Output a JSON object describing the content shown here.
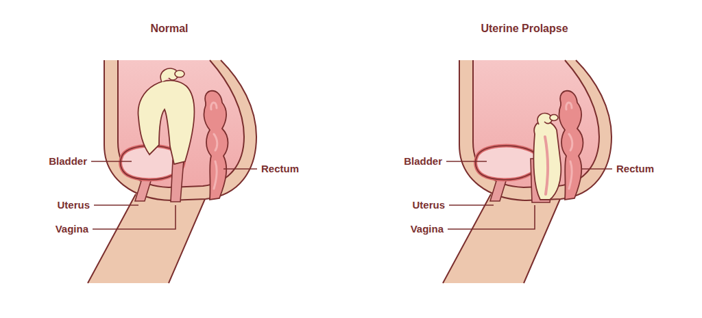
{
  "diagram": {
    "labels": [
      "Normal",
      "Bladder",
      "Uterus",
      "Vagina",
      "Rectum",
      "Uterine Prolapse",
      "Bladder",
      "Uterus",
      "Vagina",
      "Rectum"
    ]
  }
}
